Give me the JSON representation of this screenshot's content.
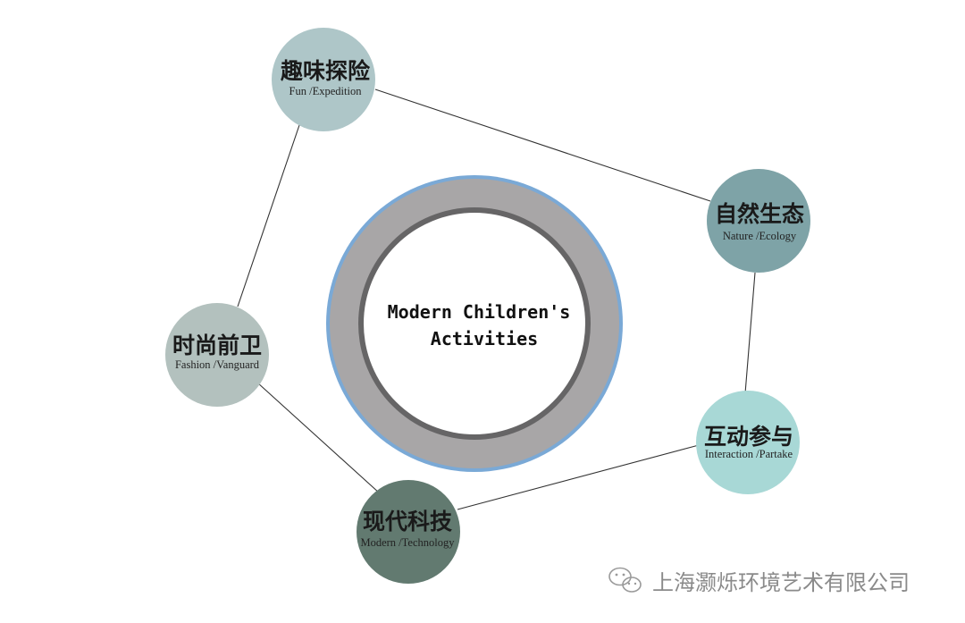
{
  "center": {
    "line1": "Modern Children's",
    "line2": "Activities"
  },
  "nodes": [
    {
      "id": "fun",
      "title": "趣味探险",
      "subtitle": "Fun /Expedition",
      "color": "#aec6c8"
    },
    {
      "id": "nature",
      "title": "自然生态",
      "subtitle": "Nature /Ecology",
      "color": "#7ea3a7"
    },
    {
      "id": "interaction",
      "title": "互动参与",
      "subtitle": "Interaction /Partake",
      "color": "#a8d8d6"
    },
    {
      "id": "technology",
      "title": "现代科技",
      "subtitle": "Modern /Technology",
      "color": "#627a70"
    },
    {
      "id": "fashion",
      "title": "时尚前卫",
      "subtitle": "Fashion /Vanguard",
      "color": "#b3c1be"
    }
  ],
  "colors": {
    "outer_ring": "#7aa9d6",
    "gray_ring": "#a8a6a7",
    "inner_border": "#666566",
    "connector": "#333333"
  },
  "watermark": {
    "icon": "wechat-icon",
    "text": "上海灏烁环境艺术有限公司"
  }
}
